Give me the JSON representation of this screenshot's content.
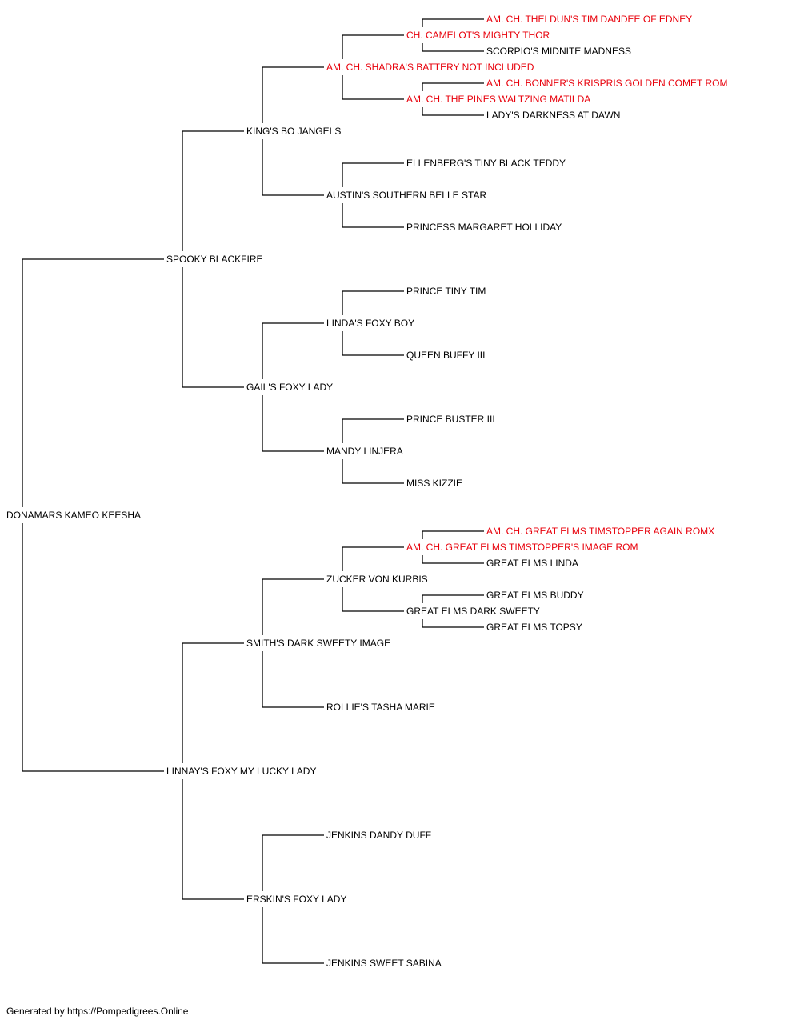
{
  "pedigree": {
    "name": "DONAMARS KAMEO KEESHA",
    "sire": {
      "name": "SPOOKY BLACKFIRE",
      "sire": {
        "name": "KING'S BO JANGELS",
        "sire": {
          "name": "AM. CH. SHADRA'S BATTERY NOT INCLUDED",
          "champion": true,
          "sire": {
            "name": "CH. CAMELOT'S MIGHTY THOR",
            "champion": true,
            "sire": {
              "name": "AM. CH. THELDUN'S TIM DANDEE OF EDNEY",
              "champion": true
            },
            "dam": {
              "name": "SCORPIO'S MIDNITE MADNESS"
            }
          },
          "dam": {
            "name": "AM. CH. THE PINES WALTZING MATILDA",
            "champion": true,
            "sire": {
              "name": "AM. CH. BONNER'S KRISPRIS GOLDEN COMET ROM",
              "champion": true
            },
            "dam": {
              "name": "LADY'S DARKNESS AT DAWN"
            }
          }
        },
        "dam": {
          "name": "AUSTIN'S SOUTHERN BELLE STAR",
          "sire": {
            "name": "ELLENBERG'S TINY BLACK TEDDY"
          },
          "dam": {
            "name": "PRINCESS MARGARET HOLLIDAY"
          }
        }
      },
      "dam": {
        "name": "GAIL'S FOXY LADY",
        "sire": {
          "name": "LINDA'S FOXY BOY",
          "sire": {
            "name": "PRINCE TINY TIM"
          },
          "dam": {
            "name": "QUEEN BUFFY III"
          }
        },
        "dam": {
          "name": "MANDY LINJERA",
          "sire": {
            "name": "PRINCE BUSTER III"
          },
          "dam": {
            "name": "MISS KIZZIE"
          }
        }
      }
    },
    "dam": {
      "name": "LINNAY'S FOXY MY LUCKY LADY",
      "sire": {
        "name": "SMITH'S DARK SWEETY IMAGE",
        "sire": {
          "name": "ZUCKER VON KURBIS",
          "sire": {
            "name": "AM. CH. GREAT ELMS TIMSTOPPER'S IMAGE ROM",
            "champion": true,
            "sire": {
              "name": "AM. CH. GREAT ELMS TIMSTOPPER AGAIN ROMX",
              "champion": true
            },
            "dam": {
              "name": "GREAT ELMS LINDA"
            }
          },
          "dam": {
            "name": "GREAT ELMS DARK SWEETY",
            "sire": {
              "name": "GREAT ELMS BUDDY"
            },
            "dam": {
              "name": "GREAT ELMS TOPSY"
            }
          }
        },
        "dam": {
          "name": "ROLLIE'S TASHA MARIE"
        }
      },
      "dam": {
        "name": "ERSKIN'S FOXY LADY",
        "sire": {
          "name": "JENKINS DANDY DUFF"
        },
        "dam": {
          "name": "JENKINS SWEET SABINA"
        }
      }
    }
  },
  "colors": {
    "line": "#000000",
    "text": "#000000",
    "champion": "#e8000b"
  },
  "footer": {
    "text": "Generated by https://Pompedigrees.Online"
  }
}
